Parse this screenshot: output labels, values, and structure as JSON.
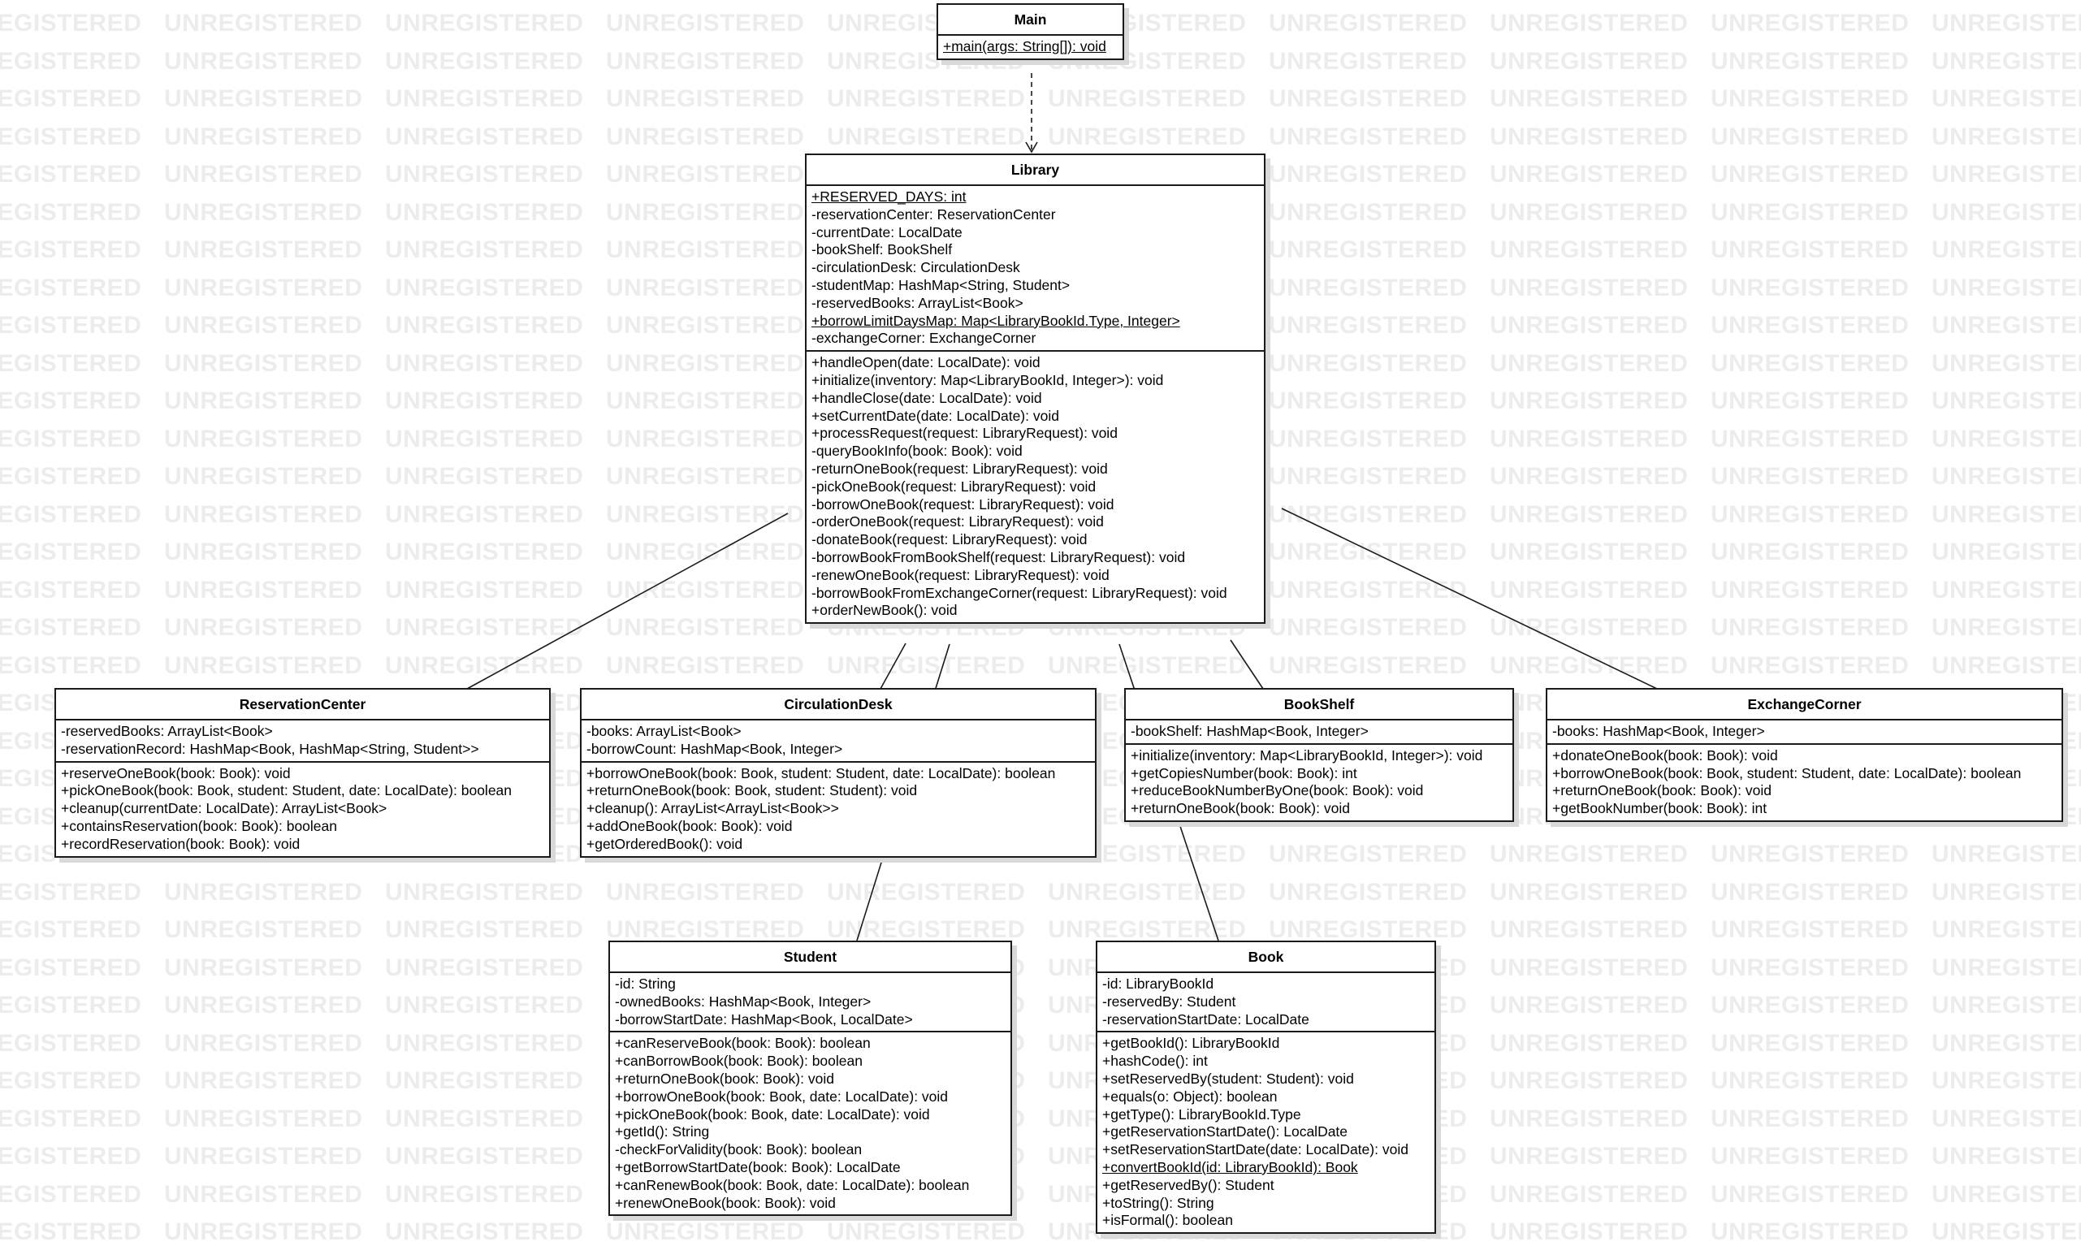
{
  "watermark_text": "UNREGISTERED",
  "colors": {
    "line": "#1a1a1a",
    "shadow": "#d9d9d9",
    "watermark": "#ececec"
  },
  "classes": {
    "main": {
      "name": "Main",
      "attributes": [],
      "methods": [
        {
          "text": "+main(args: String[]): void",
          "static": true
        }
      ]
    },
    "library": {
      "name": "Library",
      "attributes": [
        {
          "text": "+RESERVED_DAYS: int",
          "static": true
        },
        {
          "text": "-reservationCenter: ReservationCenter",
          "static": false
        },
        {
          "text": "-currentDate: LocalDate",
          "static": false
        },
        {
          "text": "-bookShelf: BookShelf",
          "static": false
        },
        {
          "text": "-circulationDesk: CirculationDesk",
          "static": false
        },
        {
          "text": "-studentMap: HashMap<String, Student>",
          "static": false
        },
        {
          "text": "-reservedBooks: ArrayList<Book>",
          "static": false
        },
        {
          "text": "+borrowLimitDaysMap: Map<LibraryBookId.Type, Integer>",
          "static": true
        },
        {
          "text": "-exchangeCorner: ExchangeCorner",
          "static": false
        }
      ],
      "methods": [
        {
          "text": "+handleOpen(date: LocalDate): void",
          "static": false
        },
        {
          "text": "+initialize(inventory: Map<LibraryBookId, Integer>): void",
          "static": false
        },
        {
          "text": "+handleClose(date: LocalDate): void",
          "static": false
        },
        {
          "text": "+setCurrentDate(date: LocalDate): void",
          "static": false
        },
        {
          "text": "+processRequest(request: LibraryRequest): void",
          "static": false
        },
        {
          "text": "-queryBookInfo(book: Book): void",
          "static": false
        },
        {
          "text": "-returnOneBook(request: LibraryRequest): void",
          "static": false
        },
        {
          "text": "-pickOneBook(request: LibraryRequest): void",
          "static": false
        },
        {
          "text": "-borrowOneBook(request: LibraryRequest): void",
          "static": false
        },
        {
          "text": "-orderOneBook(request: LibraryRequest): void",
          "static": false
        },
        {
          "text": "-donateBook(request: LibraryRequest): void",
          "static": false
        },
        {
          "text": "-borrowBookFromBookShelf(request: LibraryRequest): void",
          "static": false
        },
        {
          "text": "-renewOneBook(request: LibraryRequest): void",
          "static": false
        },
        {
          "text": "-borrowBookFromExchangeCorner(request: LibraryRequest): void",
          "static": false
        },
        {
          "text": "+orderNewBook(): void",
          "static": false
        }
      ]
    },
    "reservation_center": {
      "name": "ReservationCenter",
      "attributes": [
        {
          "text": "-reservedBooks: ArrayList<Book>",
          "static": false
        },
        {
          "text": "-reservationRecord: HashMap<Book, HashMap<String, Student>>",
          "static": false
        }
      ],
      "methods": [
        {
          "text": "+reserveOneBook(book: Book): void",
          "static": false
        },
        {
          "text": "+pickOneBook(book: Book, student: Student, date: LocalDate): boolean",
          "static": false
        },
        {
          "text": "+cleanup(currentDate: LocalDate): ArrayList<Book>",
          "static": false
        },
        {
          "text": "+containsReservation(book: Book): boolean",
          "static": false
        },
        {
          "text": "+recordReservation(book: Book): void",
          "static": false
        }
      ]
    },
    "circulation_desk": {
      "name": "CirculationDesk",
      "attributes": [
        {
          "text": "-books: ArrayList<Book>",
          "static": false
        },
        {
          "text": "-borrowCount: HashMap<Book, Integer>",
          "static": false
        }
      ],
      "methods": [
        {
          "text": "+borrowOneBook(book: Book, student: Student, date: LocalDate): boolean",
          "static": false
        },
        {
          "text": "+returnOneBook(book: Book, student: Student): void",
          "static": false
        },
        {
          "text": "+cleanup(): ArrayList<ArrayList<Book>>",
          "static": false
        },
        {
          "text": "+addOneBook(book: Book): void",
          "static": false
        },
        {
          "text": "+getOrderedBook(): void",
          "static": false
        }
      ]
    },
    "book_shelf": {
      "name": "BookShelf",
      "attributes": [
        {
          "text": "-bookShelf: HashMap<Book, Integer>",
          "static": false
        }
      ],
      "methods": [
        {
          "text": "+initialize(inventory: Map<LibraryBookId, Integer>): void",
          "static": false
        },
        {
          "text": "+getCopiesNumber(book: Book): int",
          "static": false
        },
        {
          "text": "+reduceBookNumberByOne(book: Book): void",
          "static": false
        },
        {
          "text": "+returnOneBook(book: Book): void",
          "static": false
        }
      ]
    },
    "exchange_corner": {
      "name": "ExchangeCorner",
      "attributes": [
        {
          "text": "-books: HashMap<Book, Integer>",
          "static": false
        }
      ],
      "methods": [
        {
          "text": "+donateOneBook(book: Book): void",
          "static": false
        },
        {
          "text": "+borrowOneBook(book: Book, student: Student, date: LocalDate): boolean",
          "static": false
        },
        {
          "text": "+returnOneBook(book: Book): void",
          "static": false
        },
        {
          "text": "+getBookNumber(book: Book): int",
          "static": false
        }
      ]
    },
    "student": {
      "name": "Student",
      "attributes": [
        {
          "text": "-id: String",
          "static": false
        },
        {
          "text": "-ownedBooks: HashMap<Book, Integer>",
          "static": false
        },
        {
          "text": "-borrowStartDate: HashMap<Book, LocalDate>",
          "static": false
        }
      ],
      "methods": [
        {
          "text": "+canReserveBook(book: Book): boolean",
          "static": false
        },
        {
          "text": "+canBorrowBook(book: Book): boolean",
          "static": false
        },
        {
          "text": "+returnOneBook(book: Book): void",
          "static": false
        },
        {
          "text": "+borrowOneBook(book: Book, date: LocalDate): void",
          "static": false
        },
        {
          "text": "+pickOneBook(book: Book, date: LocalDate): void",
          "static": false
        },
        {
          "text": "+getId(): String",
          "static": false
        },
        {
          "text": "-checkForValidity(book: Book): boolean",
          "static": false
        },
        {
          "text": "+getBorrowStartDate(book: Book): LocalDate",
          "static": false
        },
        {
          "text": "+canRenewBook(book: Book, date: LocalDate): boolean",
          "static": false
        },
        {
          "text": "+renewOneBook(book: Book): void",
          "static": false
        }
      ]
    },
    "book": {
      "name": "Book",
      "attributes": [
        {
          "text": "-id: LibraryBookId",
          "static": false
        },
        {
          "text": "-reservedBy: Student",
          "static": false
        },
        {
          "text": "-reservationStartDate: LocalDate",
          "static": false
        }
      ],
      "methods": [
        {
          "text": "+getBookId(): LibraryBookId",
          "static": false
        },
        {
          "text": "+hashCode(): int",
          "static": false
        },
        {
          "text": "+setReservedBy(student: Student): void",
          "static": false
        },
        {
          "text": "+equals(o: Object): boolean",
          "static": false
        },
        {
          "text": "+getType(): LibraryBookId.Type",
          "static": false
        },
        {
          "text": "+getReservationStartDate(): LocalDate",
          "static": false
        },
        {
          "text": "+setReservationStartDate(date: LocalDate): void",
          "static": false
        },
        {
          "text": "+convertBookId(id: LibraryBookId): Book",
          "static": true
        },
        {
          "text": "+getReservedBy(): Student",
          "static": false
        },
        {
          "text": "+toString(): String",
          "static": false
        },
        {
          "text": "+isFormal(): boolean",
          "static": false
        }
      ]
    }
  },
  "relationships": [
    {
      "type": "dependency",
      "from": "main",
      "to": "library"
    },
    {
      "type": "composition",
      "whole": "library",
      "part": "reservation_center"
    },
    {
      "type": "composition",
      "whole": "library",
      "part": "circulation_desk"
    },
    {
      "type": "composition",
      "whole": "library",
      "part": "student"
    },
    {
      "type": "composition",
      "whole": "library",
      "part": "book"
    },
    {
      "type": "composition",
      "whole": "library",
      "part": "book_shelf"
    },
    {
      "type": "composition",
      "whole": "library",
      "part": "exchange_corner"
    }
  ]
}
